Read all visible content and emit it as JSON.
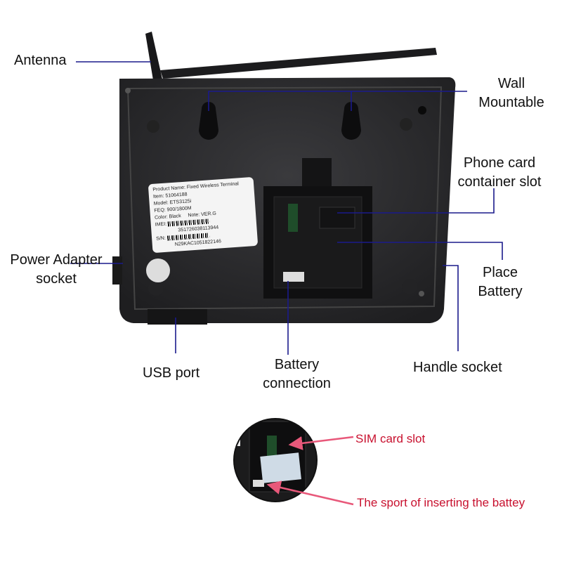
{
  "labels": {
    "antenna": "Antenna",
    "wall_mountable": [
      "Wall",
      "Mountable"
    ],
    "phone_card_slot": [
      "Phone card",
      "container slot"
    ],
    "power_adapter": [
      "Power Adapter",
      "socket"
    ],
    "place_battery": [
      "Place",
      "Battery"
    ],
    "usb_port": "USB port",
    "battery_connection": [
      "Battery",
      "connection"
    ],
    "handle_socket": "Handle socket"
  },
  "sticker": {
    "product_name": "Product Name: Fixed Wireless Terminal",
    "item": "Item: 51064188",
    "model": "Model: ETS3125i",
    "feq": "FEQ: 900/1800M",
    "color": "Color: Black",
    "note": "Note: VER.G",
    "imei_label": "IMEI:",
    "imei": "351726038113944",
    "sn_label": "S/N:",
    "sn": "N29KAC1051822146"
  },
  "inset": {
    "sim_slot": "SIM card slot",
    "battery_spot": "The sport of inserting the battey"
  },
  "colors": {
    "leader": "#1a1a8c",
    "callout": "#c8102e",
    "arrow": "#e8587a",
    "device": "#2c2c2e"
  }
}
